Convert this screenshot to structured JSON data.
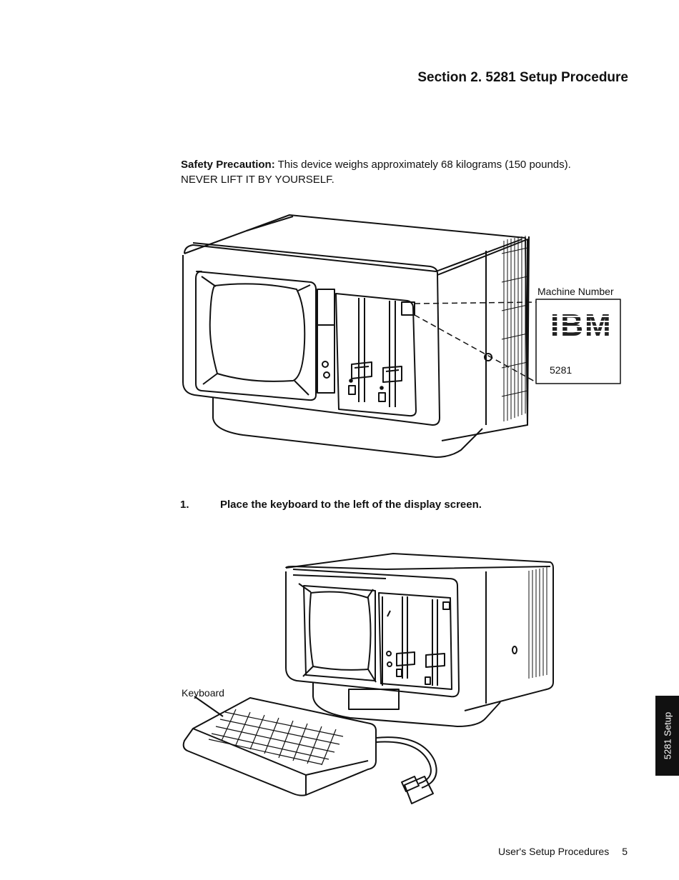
{
  "header": {
    "section_title": "Section 2.  5281 Setup Procedure"
  },
  "safety": {
    "label": "Safety Precaution:",
    "text": " This device weighs approximately 68 kilograms (150 pounds). NEVER LIFT IT BY YOURSELF."
  },
  "figure1": {
    "machine_number_label": "Machine Number",
    "logo_text": "IBM",
    "model_number": "5281"
  },
  "step1": {
    "number": "1.",
    "text": "Place the keyboard to the left of the display screen."
  },
  "figure2": {
    "keyboard_label": "Keyboard"
  },
  "footer": {
    "text": "User's Setup Procedures",
    "page_number": "5"
  },
  "side_tab": {
    "text": "5281 Setup"
  }
}
